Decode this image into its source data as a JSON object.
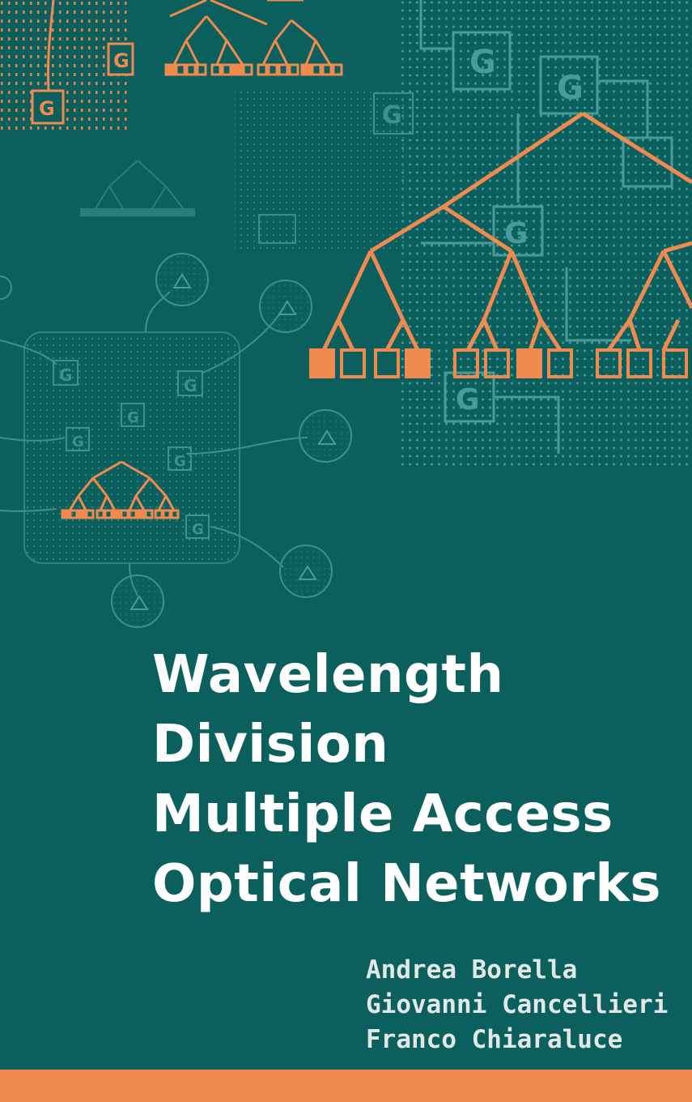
{
  "cover": {
    "title_lines": [
      "Wavelength",
      "Division",
      "Multiple Access",
      "Optical Networks"
    ],
    "authors": [
      "Andrea Borella",
      "Giovanni Cancellieri",
      "Franco Chiaraluce"
    ],
    "node_letter": "G"
  },
  "colors": {
    "background": "#0b5f5d",
    "accent_orange": "#f08a4f",
    "pattern_light": "#4a9a9d",
    "pattern_mid": "#2b807f",
    "title_text": "#ffffff",
    "author_text": "#e2e8e7"
  }
}
